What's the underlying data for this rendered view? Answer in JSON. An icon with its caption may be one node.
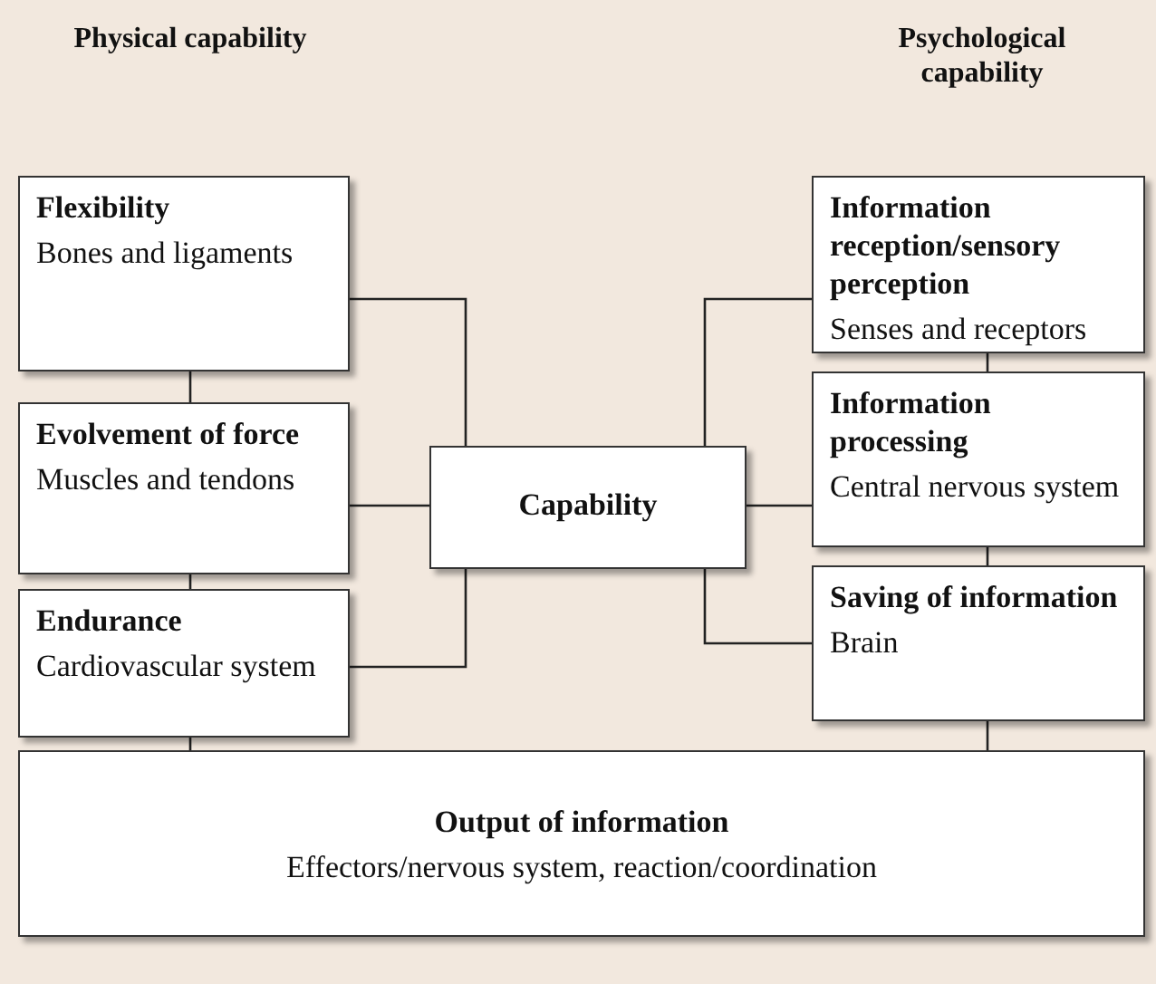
{
  "diagram": {
    "nodes": [
      {
        "text": [
          "Flexibility",
          "Bones and ligaments"
        ]
      },
      {
        "text": [
          "Information reception/sensory perception",
          "Senses and receptors"
        ]
      },
      {
        "text": [
          "Evolvement of force",
          "Muscles and tendons"
        ]
      },
      {
        "text": [
          "Capability"
        ]
      },
      {
        "text": [
          "Information processing",
          "Central nervous system"
        ]
      },
      {
        "text": [
          "Endurance",
          "Cardiovascular system"
        ]
      },
      {
        "text": [
          "Saving of information",
          "Brain"
        ]
      },
      {
        "text": [
          "Output of information",
          "Effectors/nervous system, reaction/coordination"
        ]
      }
    ],
    "edges": [
      {
        "from": 0,
        "to": 2,
        "arrow": "none"
      },
      {
        "from": 2,
        "to": 5,
        "arrow": "none"
      },
      {
        "from": 5,
        "to": 7,
        "arrow": "none"
      },
      {
        "from": 1,
        "to": 4,
        "arrow": "none"
      },
      {
        "from": 4,
        "to": 6,
        "arrow": "none"
      },
      {
        "from": 6,
        "to": 7,
        "arrow": "none"
      },
      {
        "from": 3,
        "to": 0,
        "arrow": "none"
      },
      {
        "from": 3,
        "to": 2,
        "arrow": "none"
      },
      {
        "from": 3,
        "to": 5,
        "arrow": "none"
      },
      {
        "from": 3,
        "to": 1,
        "arrow": "none"
      },
      {
        "from": 3,
        "to": 4,
        "arrow": "none"
      },
      {
        "from": 3,
        "to": 6,
        "arrow": "none"
      }
    ],
    "labels": [
      "Physical capability",
      "Psychological capability"
    ]
  }
}
